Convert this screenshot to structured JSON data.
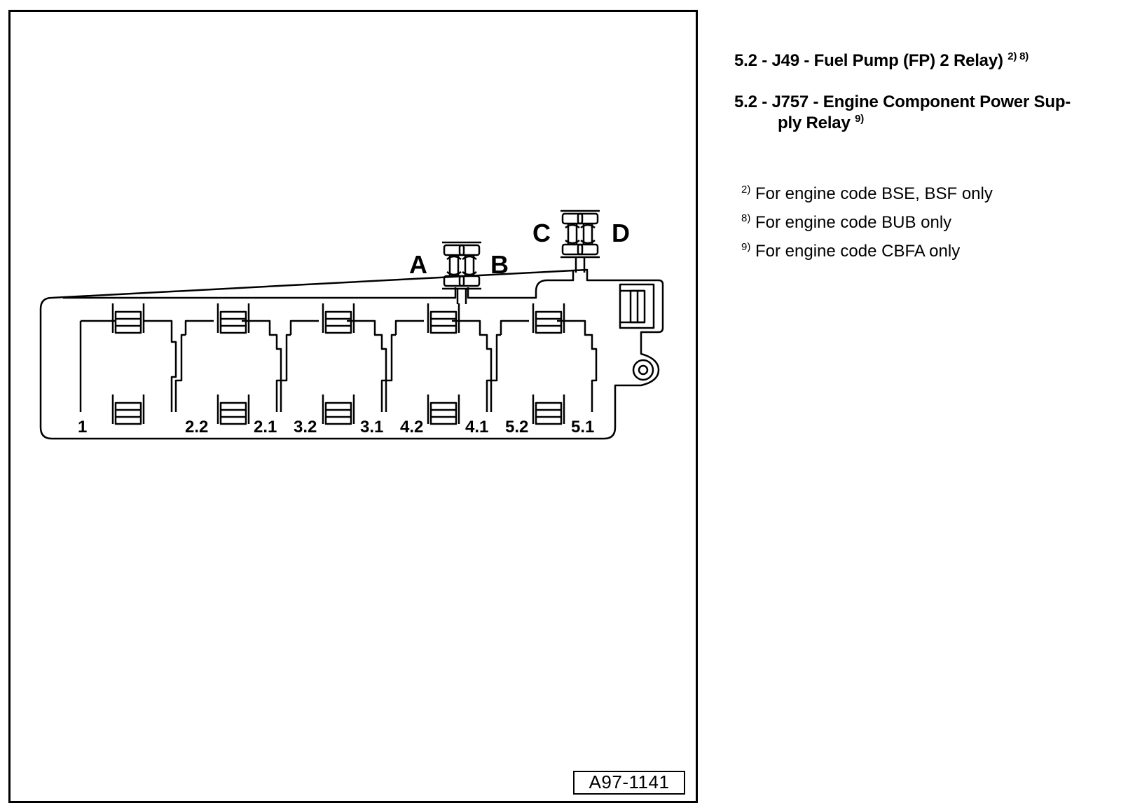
{
  "headings": [
    {
      "text": "5.2 - J49 - Fuel Pump (FP) 2 Relay)",
      "sup": "2) 8)"
    },
    {
      "text": "5.2 - J757 - Engine Component Power Sup-",
      "cont": "ply Relay",
      "sup": "9)"
    }
  ],
  "footnotes": [
    {
      "mark": "2)",
      "text": "For engine code BSE, BSF only"
    },
    {
      "mark": "8)",
      "text": "For engine code BUB only"
    },
    {
      "mark": "9)",
      "text": "For engine code CBFA only"
    }
  ],
  "diagram": {
    "connector_labels": [
      "A",
      "B",
      "C",
      "D"
    ],
    "slot_labels": [
      "1",
      "2.2",
      "2.1",
      "3.2",
      "3.1",
      "4.2",
      "4.1",
      "5.2",
      "5.1"
    ],
    "figure_id": "A97-1141"
  }
}
